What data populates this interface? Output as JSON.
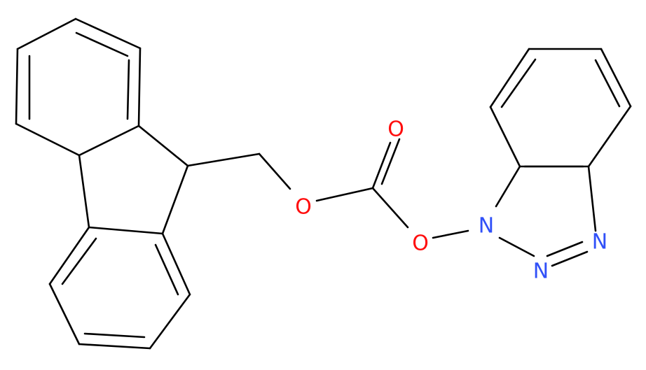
{
  "molecule": {
    "atoms": [
      {
        "id": "O_ether",
        "symbol": "O",
        "color": "#ff0d0d"
      },
      {
        "id": "O_carbonyl",
        "symbol": "O",
        "color": "#ff0d0d"
      },
      {
        "id": "O_ester",
        "symbol": "O",
        "color": "#ff0d0d"
      },
      {
        "id": "N1",
        "symbol": "N",
        "color": "#3050f8"
      },
      {
        "id": "N2",
        "symbol": "N",
        "color": "#3050f8"
      },
      {
        "id": "N3",
        "symbol": "N",
        "color": "#3050f8"
      }
    ],
    "bond_color": "#000000"
  }
}
